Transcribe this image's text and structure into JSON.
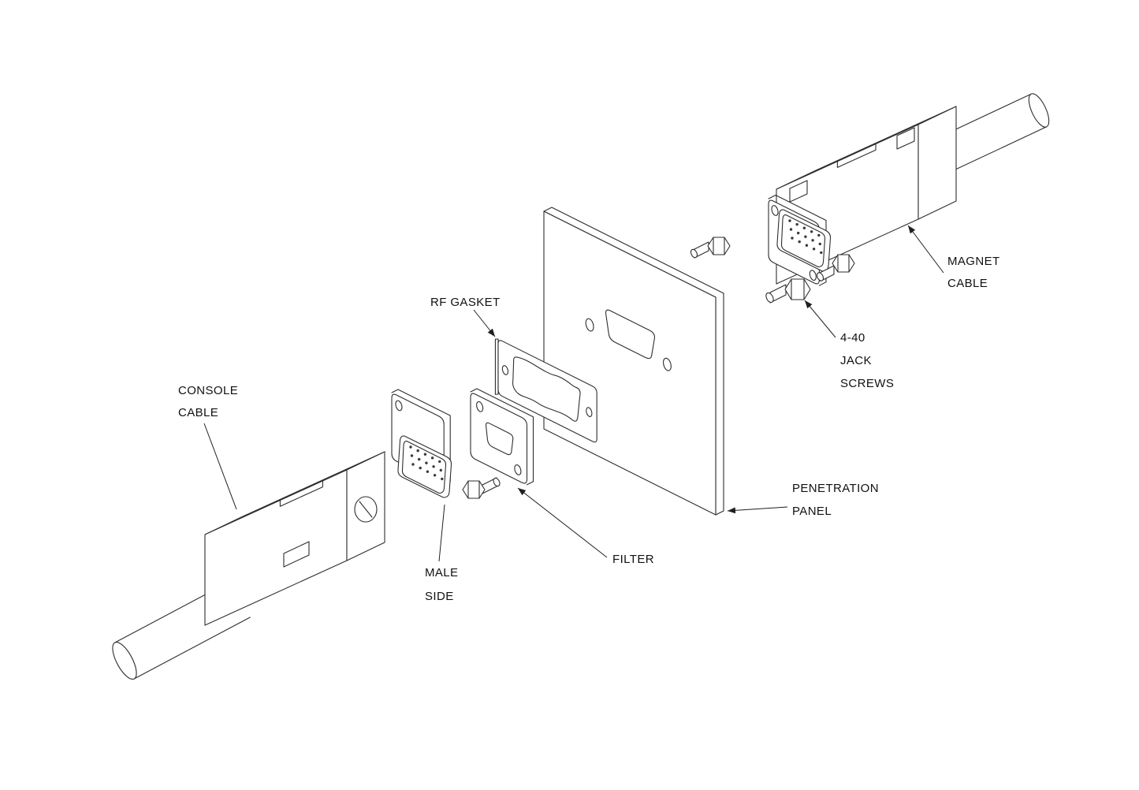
{
  "labels": {
    "rf_gasket": "RF GASKET",
    "console_cable_line1": "CONSOLE",
    "console_cable_line2": "CABLE",
    "male_side_line1": "MALE",
    "male_side_line2": "SIDE",
    "filter": "FILTER",
    "penetration_panel_line1": "PENETRATION",
    "penetration_panel_line2": "PANEL",
    "magnet_cable_line1": "MAGNET",
    "magnet_cable_line2": "CABLE",
    "jack_screws_line1": "4-40",
    "jack_screws_line2": "JACK",
    "jack_screws_line3": "SCREWS"
  },
  "colors": {
    "line": "#2e2e2e",
    "background": "#ffffff"
  }
}
